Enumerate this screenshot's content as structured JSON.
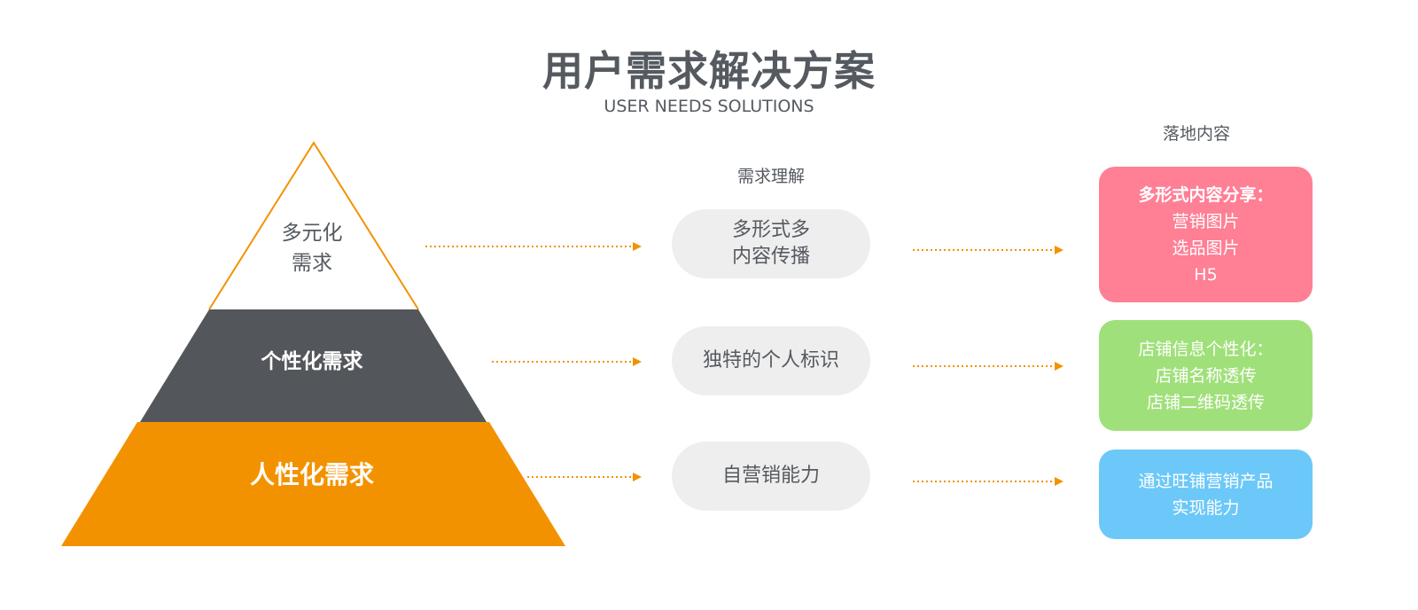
{
  "header": {
    "title": "用户需求解决方案",
    "subtitle": "USER NEEDS SOLUTIONS"
  },
  "columns": {
    "understanding": "需求理解",
    "delivery": "落地内容"
  },
  "pyramid": {
    "tiers": [
      {
        "lines": [
          "多元化",
          "需求"
        ],
        "color": "#ffffff",
        "outline": "#f39200"
      },
      {
        "lines": [
          "个性化需求"
        ],
        "color": "#53575b"
      },
      {
        "lines": [
          "人性化需求"
        ],
        "color": "#f39200"
      }
    ]
  },
  "understanding": [
    {
      "lines": [
        "多形式多",
        "内容传播"
      ]
    },
    {
      "lines": [
        "独特的个人标识"
      ]
    },
    {
      "lines": [
        "自营销能力"
      ]
    }
  ],
  "delivery": [
    {
      "heading": "多形式内容分享：",
      "items": [
        "营销图片",
        "选品图片",
        "H5"
      ],
      "color": "#ff7f95"
    },
    {
      "heading": "店铺信息个性化：",
      "items": [
        "店铺名称透传",
        "店铺二维码透传"
      ],
      "color": "#a0e07a"
    },
    {
      "heading": "",
      "items": [
        "通过旺铺营销产品",
        "实现能力"
      ],
      "color": "#6cc8f8"
    }
  ],
  "colors": {
    "arrow": "#f39200",
    "text": "#555a60",
    "pill": "#eeeeee"
  },
  "icons": {
    "arrow": "dotted-right-arrow-icon"
  }
}
